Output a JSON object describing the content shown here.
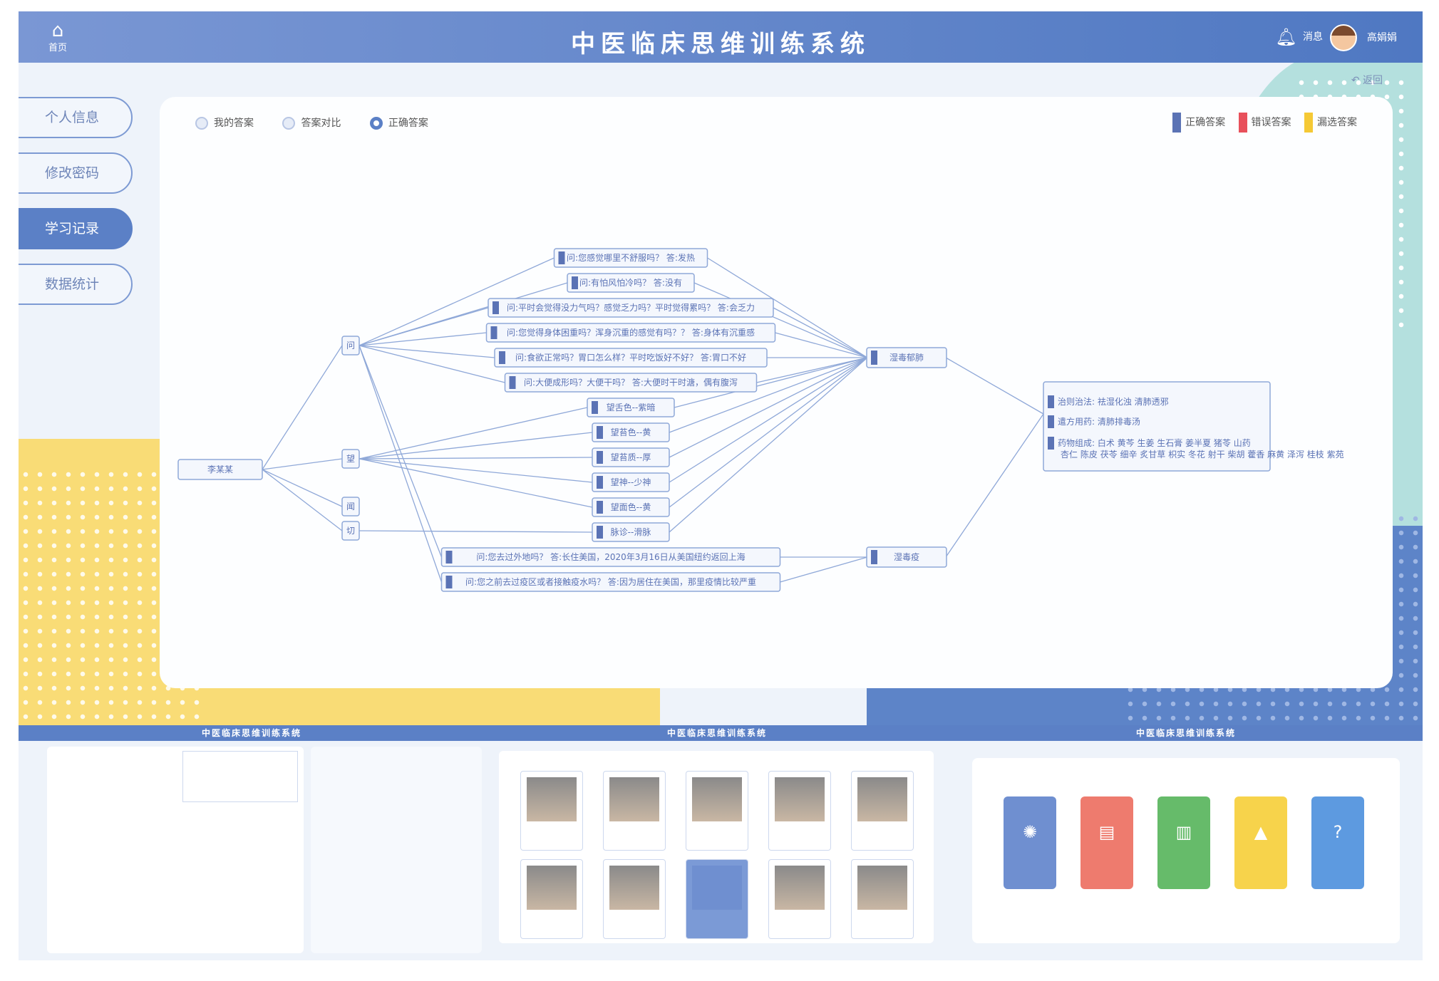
{
  "app": {
    "title": "中医临床思维训练系统",
    "home_label": "首页",
    "message_label": "消息",
    "user_name": "高娟娟",
    "back_label": "返回"
  },
  "sidebar": {
    "items": [
      {
        "label": "个人信息",
        "active": false
      },
      {
        "label": "修改密码",
        "active": false
      },
      {
        "label": "学习记录",
        "active": true
      },
      {
        "label": "数据统计",
        "active": false
      }
    ]
  },
  "view_options": [
    {
      "label": "我的答案",
      "checked": false
    },
    {
      "label": "答案对比",
      "checked": false
    },
    {
      "label": "正确答案",
      "checked": true
    }
  ],
  "legend": [
    {
      "label": "正确答案",
      "color": "#5b73b5"
    },
    {
      "label": "错误答案",
      "color": "#e8505b"
    },
    {
      "label": "漏选答案",
      "color": "#f5c935"
    }
  ],
  "mindmap": {
    "root": "李某某",
    "methods": [
      "问",
      "望",
      "闻",
      "切"
    ],
    "findings": [
      "问:您感觉哪里不舒服吗？ 答:发热",
      "问:有怕风怕冷吗？ 答:没有",
      "问:平时会觉得没力气吗？感觉乏力吗？平时觉得累吗？ 答:会乏力",
      "问:您觉得身体困重吗？浑身沉重的感觉有吗？？ 答:身体有沉重感",
      "问:食欲正常吗？胃口怎么样？平时吃饭好不好？ 答:胃口不好",
      "问:大便成形吗？大便干吗？ 答:大便时干时溏，偶有腹泻",
      "望舌色--紫暗",
      "望苔色--黄",
      "望苔质--厚",
      "望神--少神",
      "望面色--黄",
      "脉诊--滑脉",
      "问:您去过外地吗？ 答:长住美国，2020年3月16日从美国纽约返回上海",
      "问:您之前去过疫区或者接触疫水吗？ 答:因为居住在美国，那里疫情比较严重"
    ],
    "syndromes": [
      "湿毒郁肺",
      "湿毒疫"
    ],
    "treatment": [
      "治则治法: 祛湿化浊 清肺透邪",
      "遣方用药: 清肺排毒汤",
      "药物组成: 白术 黄芩 生姜 生石膏 姜半夏 猪苓 山药",
      "杏仁 陈皮 茯苓 细辛 炙甘草 枳实 冬花 射干 柴胡 藿香 麻黄 泽泻 桂枝 紫苑"
    ]
  },
  "thumbnails": [
    {
      "title": "中医临床思维训练系统"
    },
    {
      "title": "中医临床思维训练系统"
    },
    {
      "title": "中医临床思维训练系统"
    }
  ],
  "colors": {
    "primary": "#5b80c6",
    "node_border": "#8fa8d8",
    "line": "#8fa8d8"
  }
}
